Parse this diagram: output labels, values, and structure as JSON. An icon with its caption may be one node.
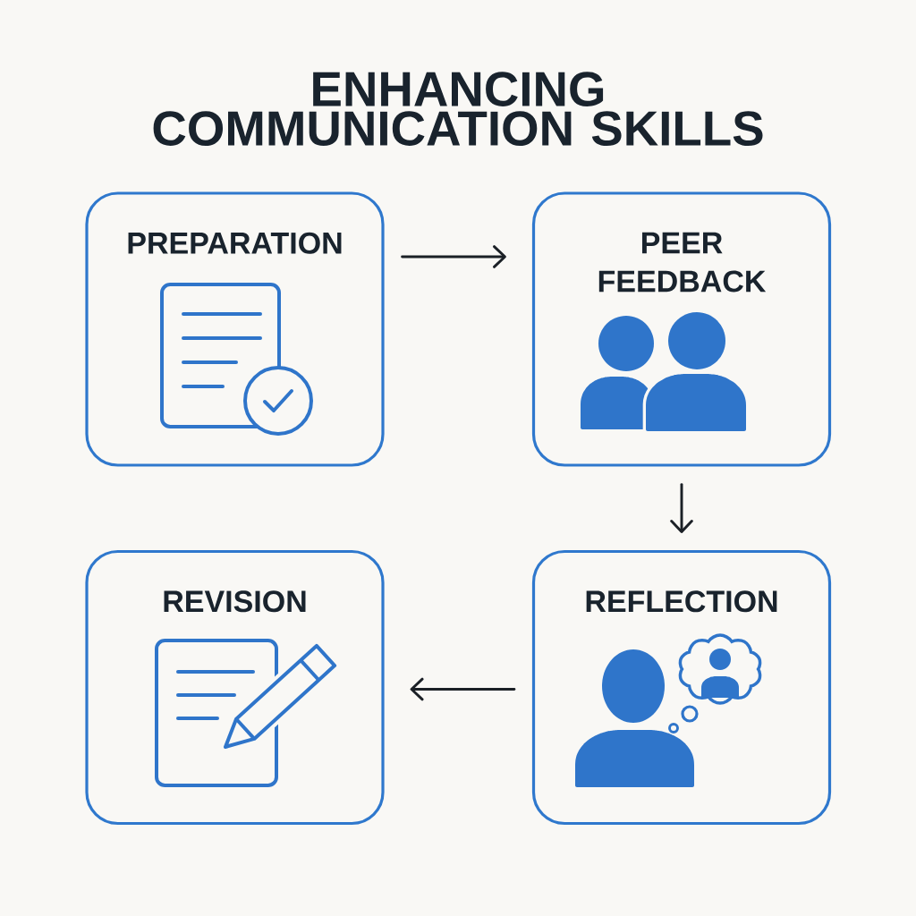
{
  "diagram": {
    "title": "ENHANCING COMMUNICATION SKILLS",
    "nodes": [
      {
        "text": [
          "PREPARATION"
        ]
      },
      {
        "text": [
          "PEER FEEDBACK"
        ]
      },
      {
        "text": [
          "REVISION"
        ]
      },
      {
        "text": [
          "REFLECTION"
        ]
      }
    ],
    "edges": [
      {
        "from": 0,
        "to": 1,
        "arrow": "to"
      },
      {
        "from": 1,
        "to": 3,
        "arrow": "to"
      },
      {
        "from": 3,
        "to": 2,
        "arrow": "to"
      }
    ]
  }
}
